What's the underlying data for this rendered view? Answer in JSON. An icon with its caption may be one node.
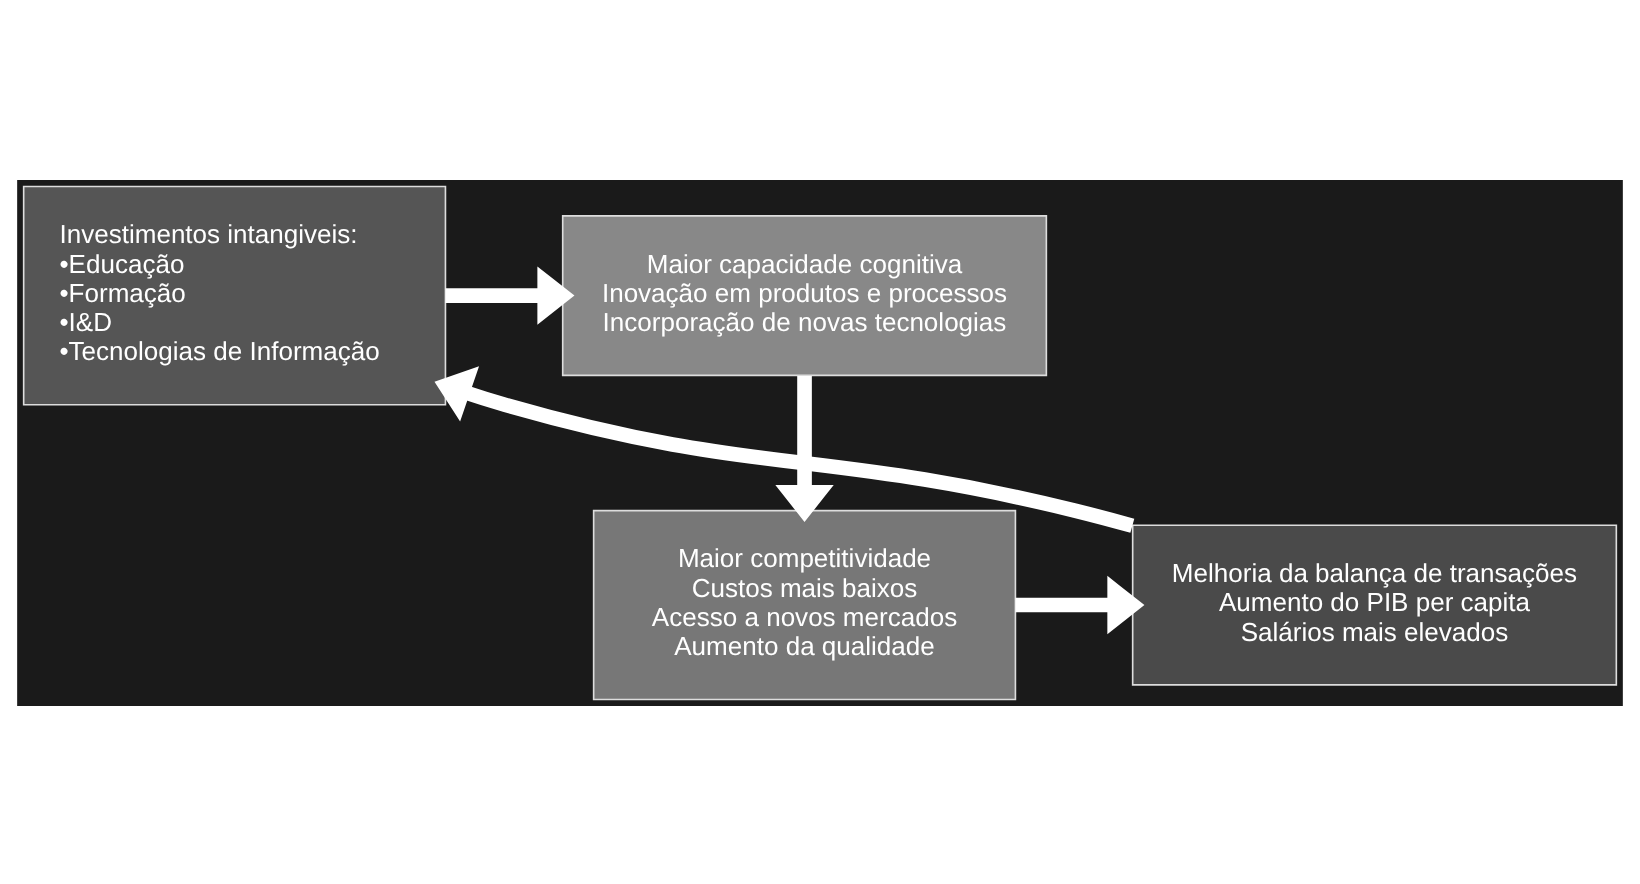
{
  "diagram": {
    "nodes": [
      {
        "text": [
          "Investimentos intangiveis:",
          "•Educação",
          "•Formação",
          "•I&D",
          "•Tecnologias de Informação"
        ]
      },
      {
        "text": [
          "Maior capacidade cognitiva",
          "Inovação em produtos e processos",
          "Incorporação de novas tecnologias"
        ]
      },
      {
        "text": [
          "Maior competitividade",
          "Custos mais baixos",
          "Acesso a novos mercados",
          "Aumento da qualidade"
        ]
      },
      {
        "text": [
          "Melhoria da balança de transações",
          "Aumento do PIB per capita",
          "Salários mais elevados"
        ]
      }
    ],
    "edges": [
      {
        "from": 0,
        "to": 1,
        "arrow": "to"
      },
      {
        "from": 1,
        "to": 2,
        "arrow": "to"
      },
      {
        "from": 2,
        "to": 3,
        "arrow": "to"
      },
      {
        "from": 3,
        "to": 0,
        "arrow": "to"
      }
    ]
  }
}
